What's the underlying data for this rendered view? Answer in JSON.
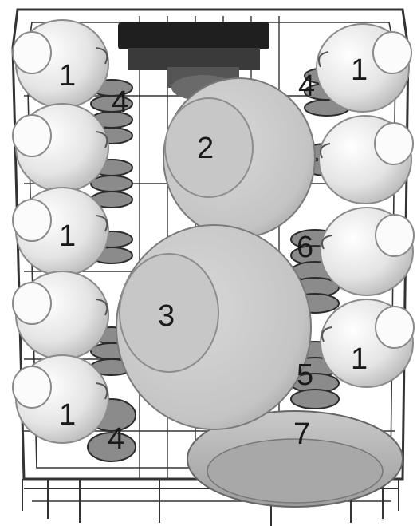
{
  "figure": {
    "labels": {
      "cup_top_left": "1",
      "cup_top_right": "1",
      "cup_mid_left": "1",
      "cup_low_left": "1",
      "cup_low_right": "1",
      "bowl_small": "2",
      "bowl_large": "3",
      "glass_top_left": "4",
      "glass_top_right": "4",
      "glass_bottom_left": "4",
      "saucer_right_low": "5",
      "saucer_right_mid": "6",
      "plate_bottom": "7"
    },
    "colors": {
      "rack": "#3a3a3a",
      "dish_light": "#e6e6e6",
      "dish_shade": "#b9b9b9",
      "saucer": "#8a8a8a"
    }
  }
}
